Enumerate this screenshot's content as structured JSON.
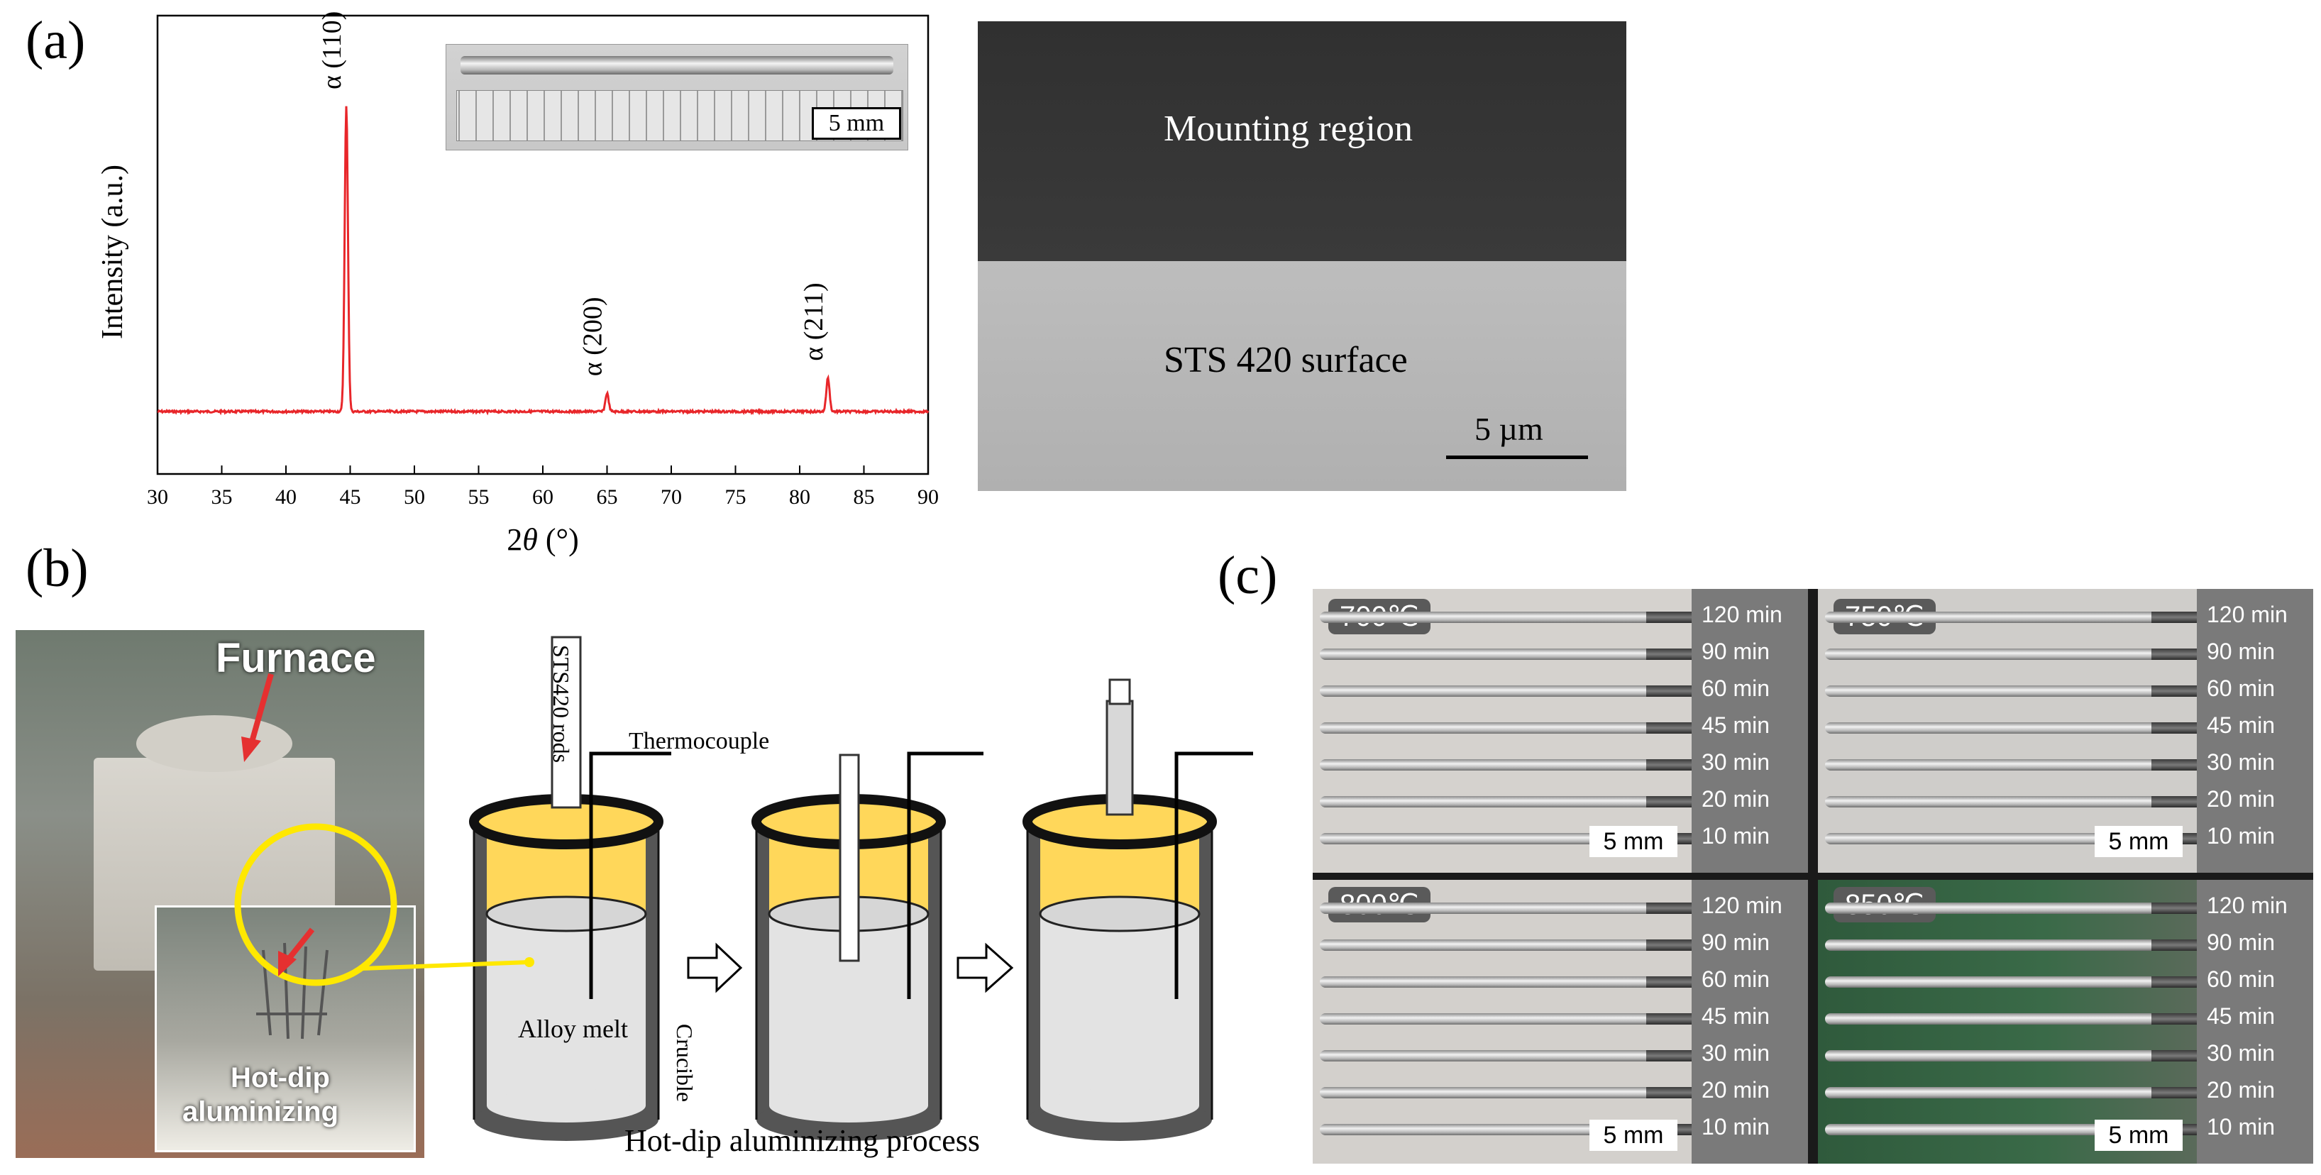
{
  "panels": {
    "a_label": "(a)",
    "b_label": "(b)",
    "c_label": "(c)"
  },
  "chart_data": {
    "type": "line",
    "title": "",
    "xlabel": "2θ (°)",
    "ylabel": "Intensity (a.u.)",
    "xlim": [
      30,
      90
    ],
    "x_ticks": [
      30,
      35,
      40,
      45,
      50,
      55,
      60,
      65,
      70,
      75,
      80,
      85,
      90
    ],
    "series": [
      {
        "color": "#e8262a",
        "peaks": [
          {
            "x": 44.7,
            "relative_intensity": 1.0,
            "label": "α (110)"
          },
          {
            "x": 65.0,
            "relative_intensity": 0.06,
            "label": "α (200)"
          },
          {
            "x": 82.2,
            "relative_intensity": 0.11,
            "label": "α (211)"
          }
        ]
      }
    ],
    "inset": {
      "scale_label": "5 mm"
    }
  },
  "sem": {
    "top_label": "Mounting region",
    "bottom_label": "STS 420 surface",
    "scale_label": "5 µm"
  },
  "setup": {
    "furnace_label": "Furnace",
    "hot_dip_label_1": "Hot-dip",
    "hot_dip_label_2": "aluminizing",
    "rods_label": "STS420 rods",
    "thermocouple_label": "Thermocouple",
    "melt_label": "Alloy melt",
    "crucible_label": "Crucible",
    "process_caption": "Hot-dip  aluminizing  process"
  },
  "samples": {
    "times": [
      "120 min",
      "90 min",
      "60 min",
      "45 min",
      "30 min",
      "20 min",
      "10 min"
    ],
    "scale_label": "5 mm",
    "quadrants": [
      {
        "temp": "700℃"
      },
      {
        "temp": "750℃"
      },
      {
        "temp": "800℃"
      },
      {
        "temp": "850℃"
      }
    ]
  }
}
